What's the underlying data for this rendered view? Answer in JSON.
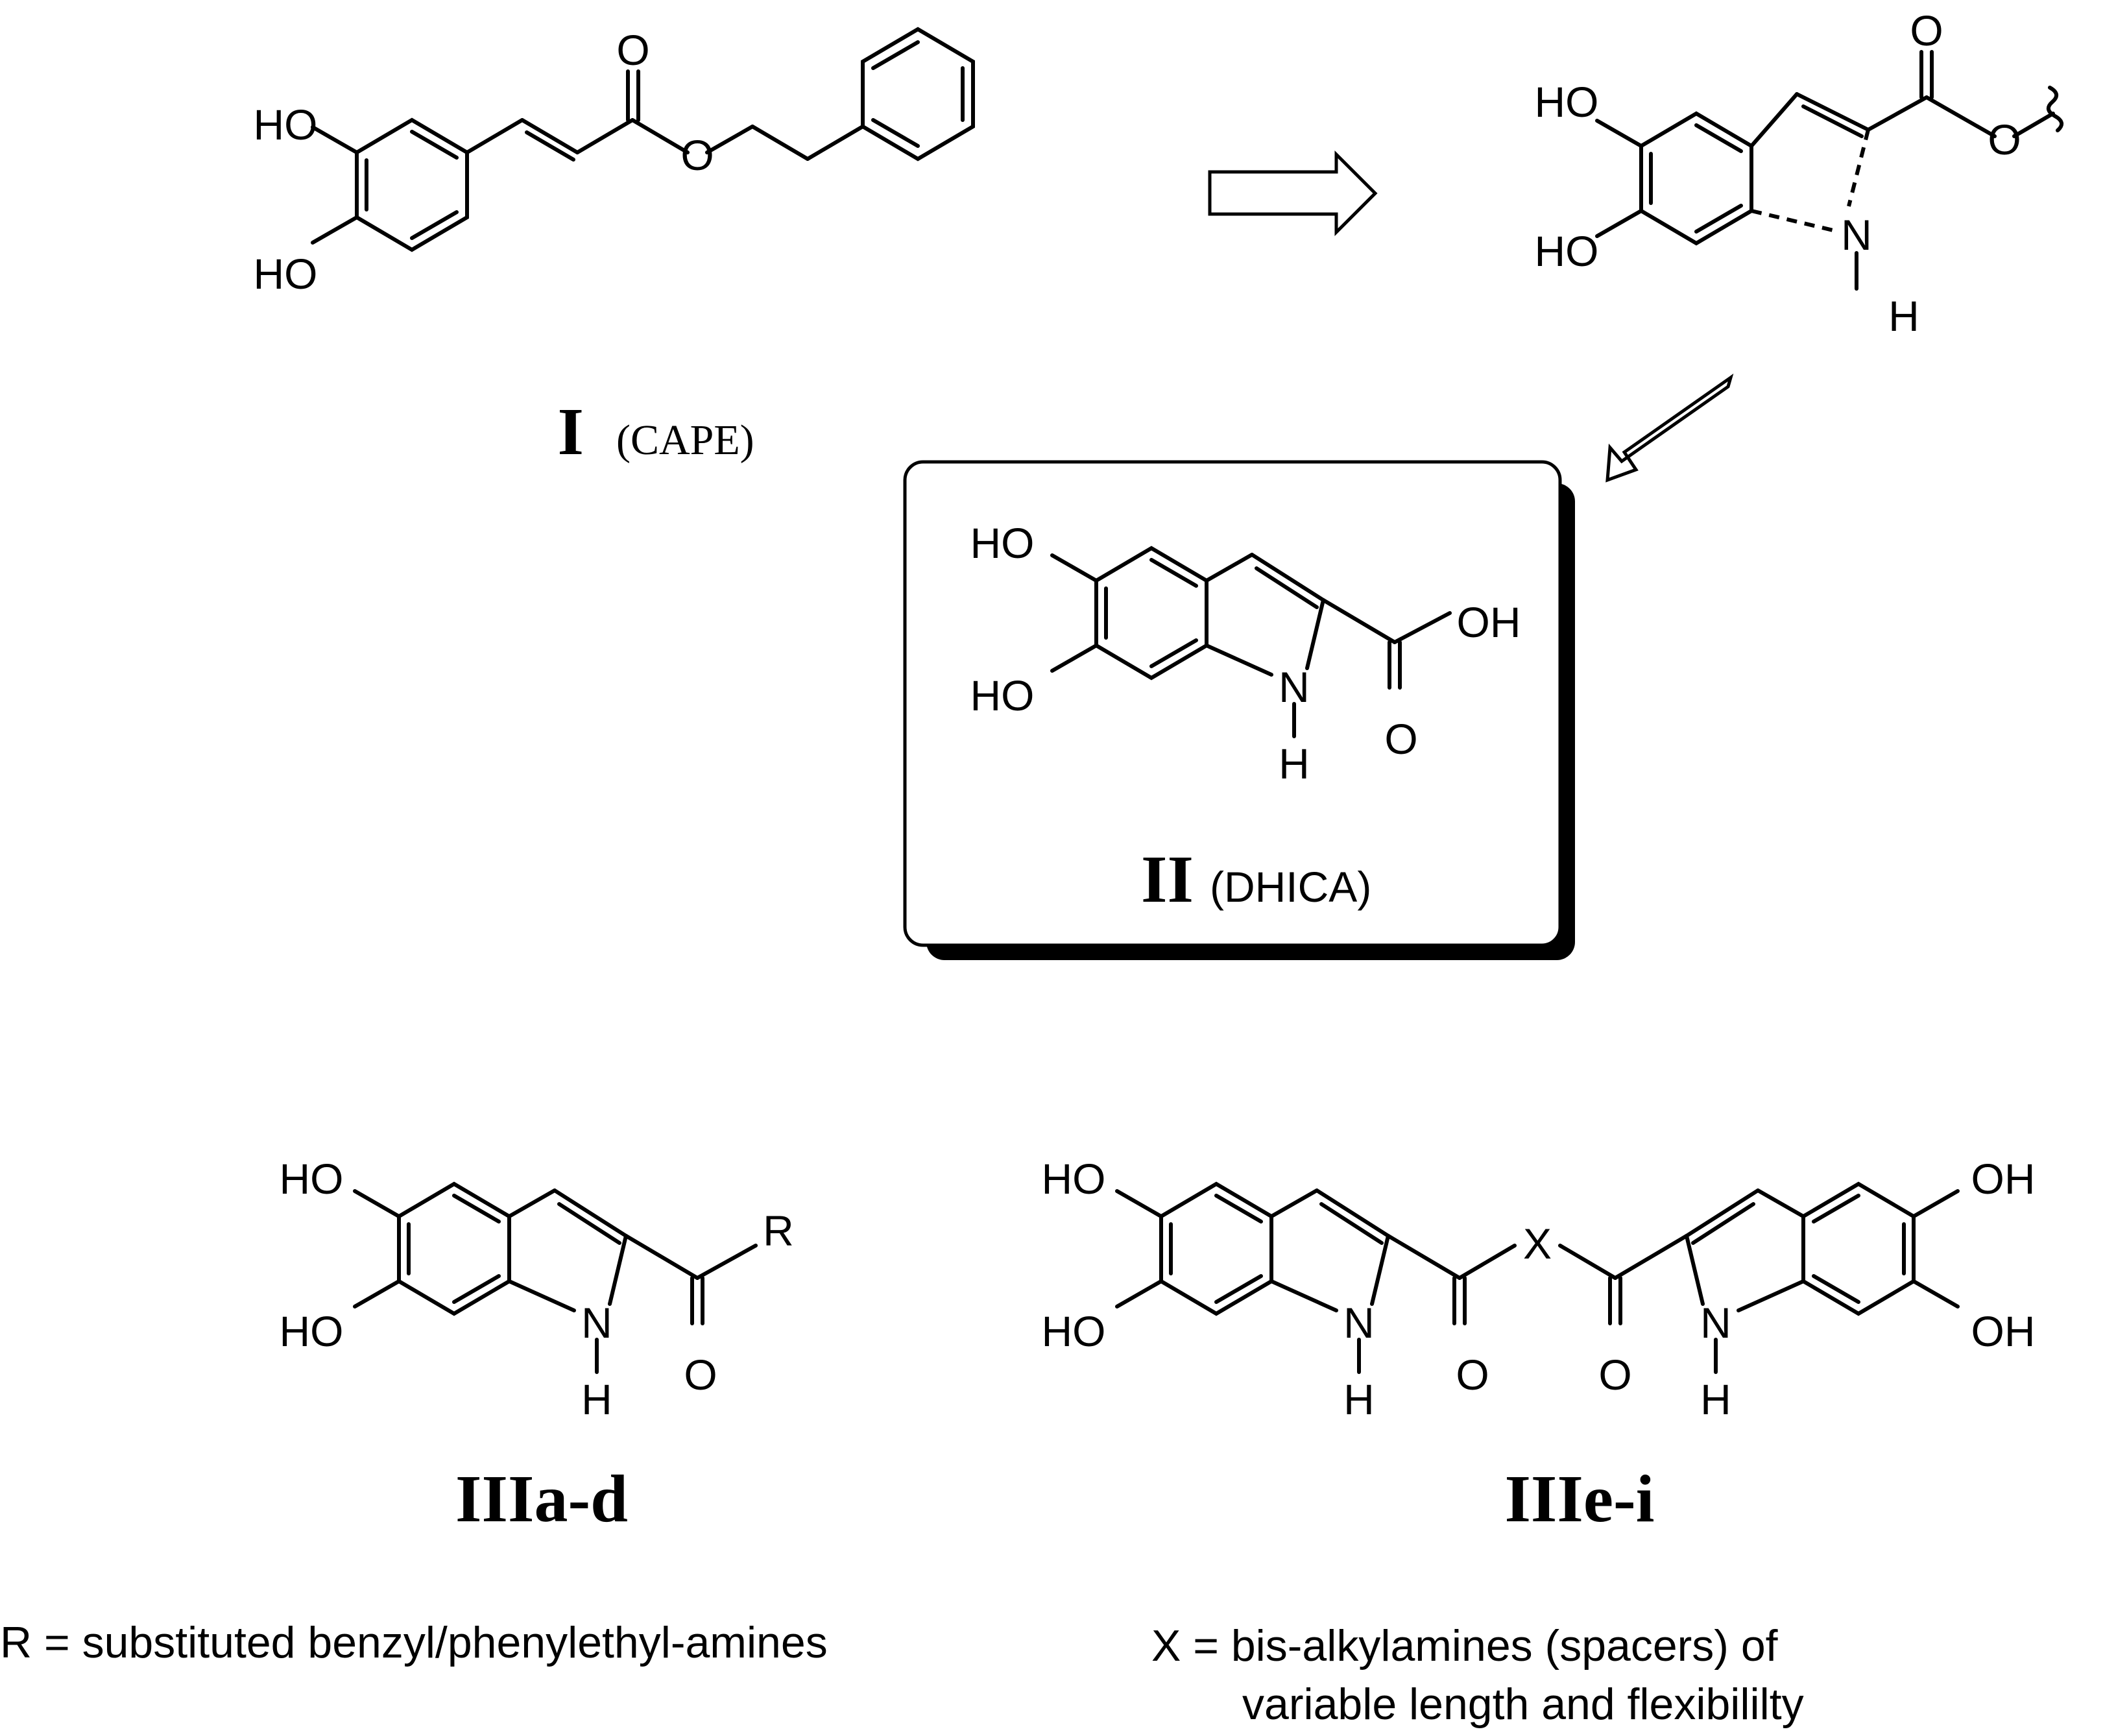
{
  "compounds": {
    "cape": {
      "id": "I",
      "name": "(CAPE)"
    },
    "dhica": {
      "id": "II",
      "name": "(DHICA)"
    },
    "series_a": {
      "id": "IIIa-d"
    },
    "series_b": {
      "id": "IIIe-i"
    }
  },
  "atom_labels": {
    "ho": "HO",
    "oh": "OH",
    "o": "O",
    "n": "N",
    "h": "H",
    "r": "R",
    "x": "X"
  },
  "notes": {
    "r_definition": "R = substituted benzyl/phenylethyl-amines",
    "x_definition_line1": "X = bis-alkylamines (spacers) of",
    "x_definition_line2": "variable length and flexibililty"
  }
}
